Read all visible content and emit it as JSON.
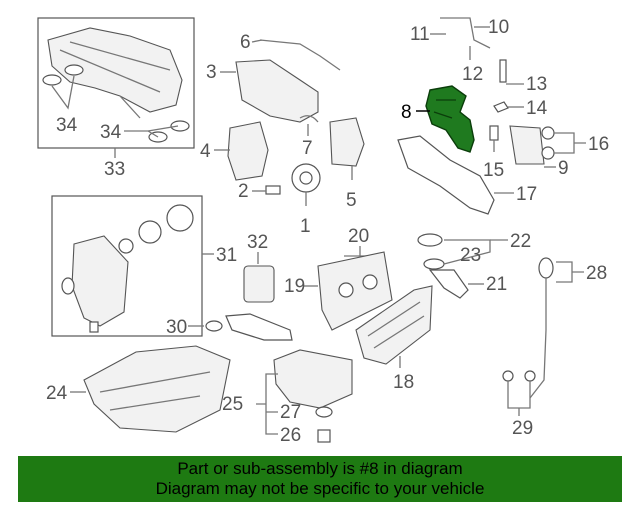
{
  "callouts": {
    "n1": "1",
    "n2": "2",
    "n3": "3",
    "n4": "4",
    "n5": "5",
    "n6": "6",
    "n7": "7",
    "n8": "8",
    "n9": "9",
    "n10": "10",
    "n11": "11",
    "n12": "12",
    "n13": "13",
    "n14": "14",
    "n15": "15",
    "n16": "16",
    "n17": "17",
    "n18": "18",
    "n19": "19",
    "n20": "20",
    "n21": "21",
    "n22": "22",
    "n23": "23",
    "n24": "24",
    "n25": "25",
    "n26": "26",
    "n27": "27",
    "n28": "28",
    "n29": "29",
    "n30": "30",
    "n31": "31",
    "n32": "32",
    "n33": "33",
    "n34a": "34",
    "n34b": "34"
  },
  "highlight": {
    "part_number": "8",
    "color": "#1f7a1f"
  },
  "banner": {
    "line1": "Part or sub-assembly is #8 in diagram",
    "line2": "Diagram may not be specific to your vehicle",
    "color": "#1e7a12"
  }
}
